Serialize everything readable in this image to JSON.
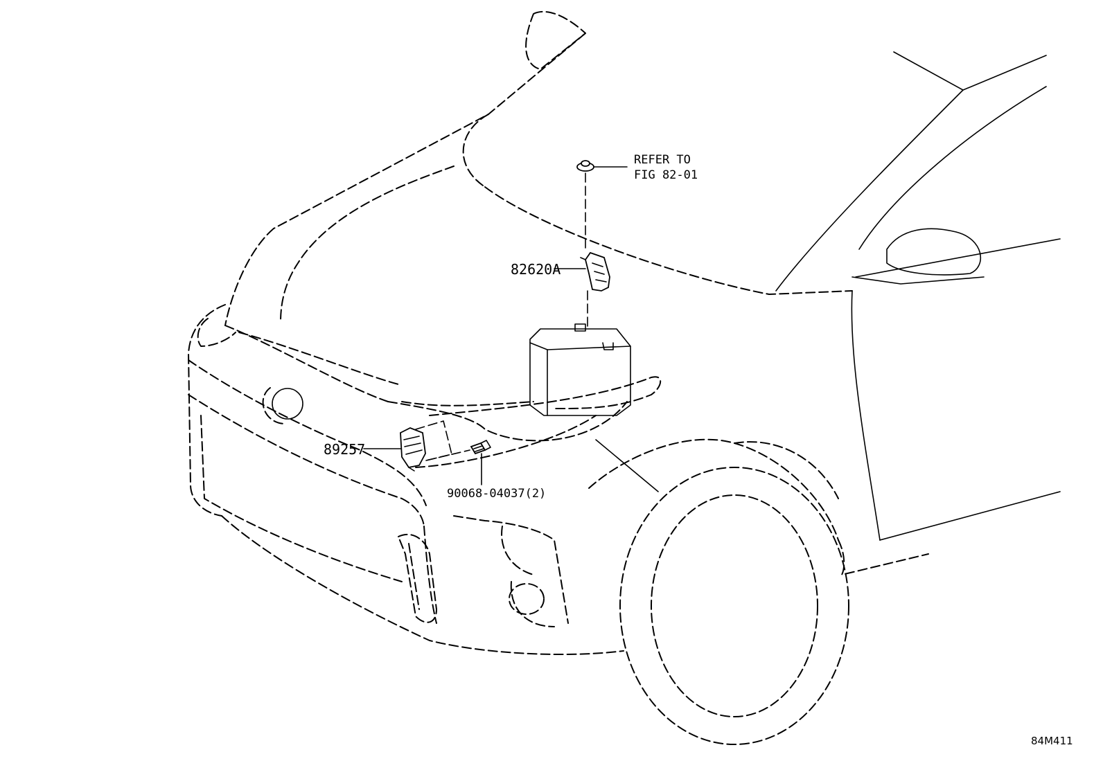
{
  "callouts": {
    "refer_line1": "REFER TO",
    "refer_line2": "FIG 82-01",
    "part_82620A": "82620A",
    "part_89257": "89257",
    "part_90068": "90068-04037(2)"
  },
  "figure_code": "84M411"
}
